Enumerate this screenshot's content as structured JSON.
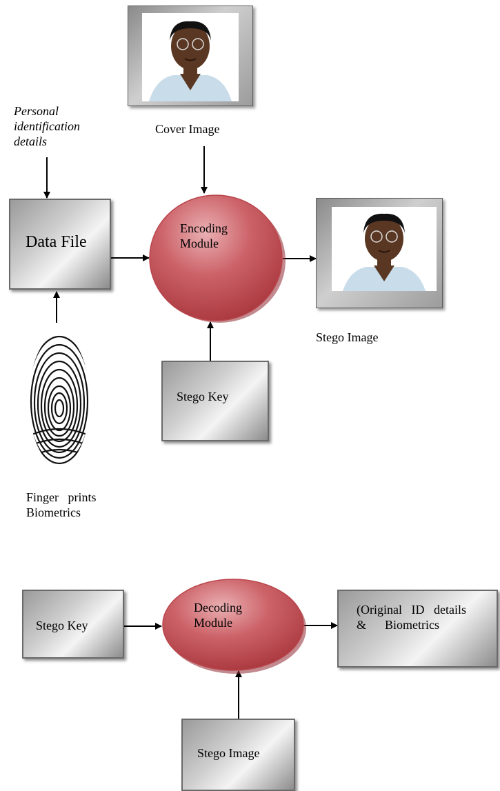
{
  "inputs": {
    "personal_details": [
      "Personal",
      "identification",
      "details"
    ],
    "cover_image_label": "Cover Image",
    "fingerprint_label_line1": "Finger   prints",
    "fingerprint_label_line2": "Biometrics"
  },
  "encoding": {
    "data_file": "Data File",
    "module_line1": "Encoding",
    "module_line2": "Module",
    "stego_key": "Stego Key",
    "stego_image_label": "Stego Image"
  },
  "decoding": {
    "stego_key": "Stego Key",
    "module_line1": "Decoding",
    "module_line2": "Module",
    "output_line1": "(Original   ID   details",
    "output_line2": "&      Biometrics",
    "stego_image": "Stego Image"
  },
  "colors": {
    "module_fill": "#c8585f",
    "module_highlight": "#e9a5a8",
    "box_border": "#6a6a6a"
  }
}
